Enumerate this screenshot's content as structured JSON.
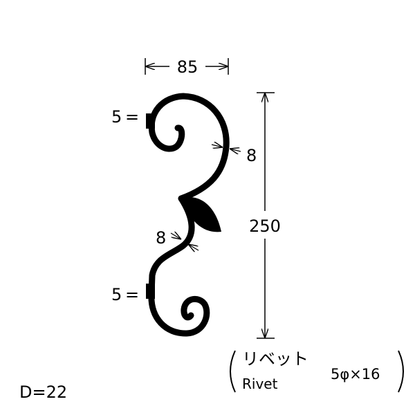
{
  "dimensions": {
    "top_width": "85",
    "height": "250",
    "bar_thickness_top": "8",
    "bar_thickness_bottom": "8",
    "rivet_top": "5",
    "rivet_bottom": "5",
    "equals_sign": "="
  },
  "rivet_note": {
    "label_jp": "リベット",
    "label_en": "Rivet",
    "spec": "5φ×16"
  },
  "diameter_note": "D=22",
  "colors": {
    "ink": "#000000",
    "background": "#ffffff"
  }
}
